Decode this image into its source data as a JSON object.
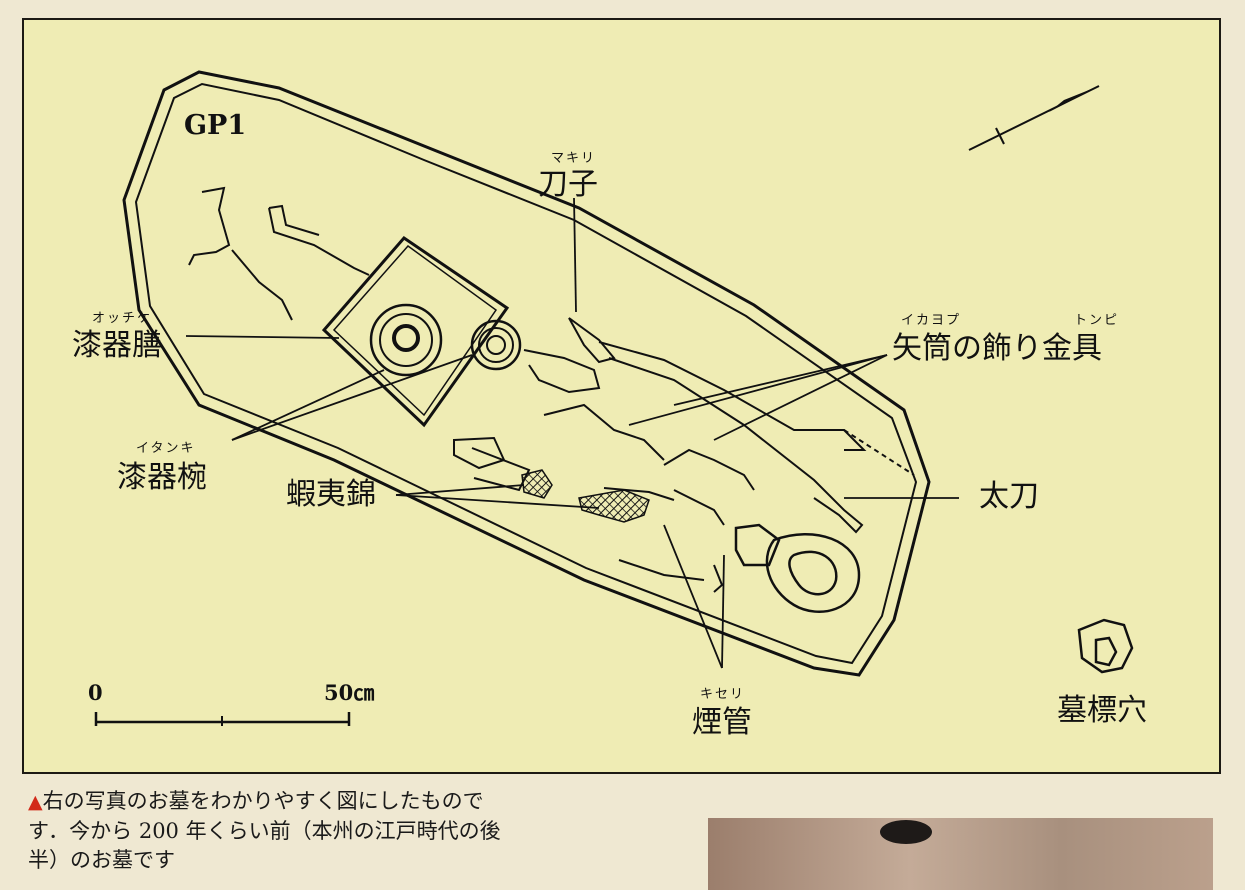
{
  "diagram": {
    "title": "GP1",
    "labels": {
      "urushi_zen": {
        "text": "漆器膳",
        "ruby": "オッチケ"
      },
      "urushi_wan": {
        "text": "漆器椀",
        "ruby": "イタンキ"
      },
      "ezo_nishiki": {
        "text": "蝦夷錦"
      },
      "makiri": {
        "text": "刀子",
        "ruby": "マキリ"
      },
      "yazutsu": {
        "text": "矢筒の飾り金具",
        "ruby_1": "イカヨプ",
        "ruby_2": "トンピ"
      },
      "tachi": {
        "text": "太刀"
      },
      "kiseru": {
        "text": "煙管",
        "ruby": "キセリ"
      },
      "bohyo": {
        "text": "墓標穴"
      }
    },
    "scale_bar": {
      "start": "0",
      "end": "50㎝"
    }
  },
  "caption": {
    "marker": "▲",
    "line1": "右の写真のお墓をわかりやすく図にしたもので",
    "line2": "す．今から 200 年くらい前（本州の江戸時代の後",
    "line3": "半）のお墓です"
  },
  "colors": {
    "figure_bg": "#efecb4",
    "marker": "#d22a1a",
    "ink": "#111111"
  }
}
